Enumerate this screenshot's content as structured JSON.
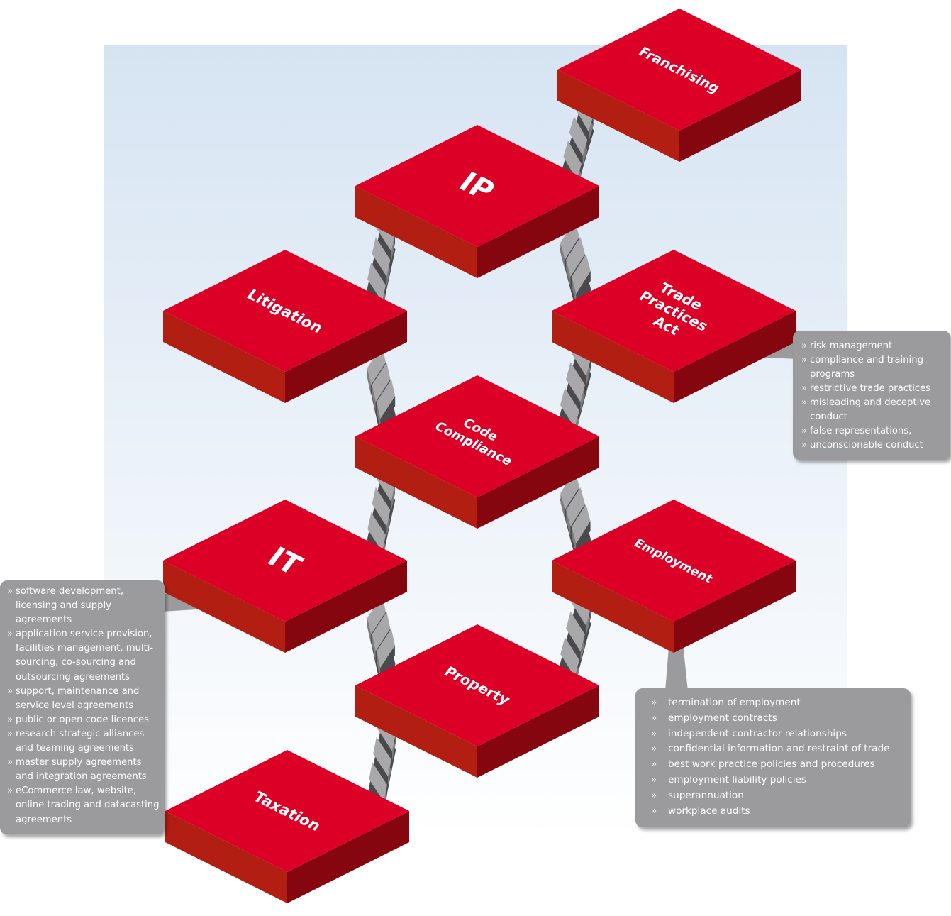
{
  "diagram": {
    "tiles": [
      {
        "id": "franchising",
        "lines": [
          "Franchising"
        ]
      },
      {
        "id": "ip",
        "lines": [
          "IP"
        ]
      },
      {
        "id": "litigation",
        "lines": [
          "Litigation"
        ]
      },
      {
        "id": "trade-practices-act",
        "lines": [
          "Trade",
          "Practices",
          "Act"
        ]
      },
      {
        "id": "code-compliance",
        "lines": [
          "Code",
          "Compliance"
        ]
      },
      {
        "id": "it",
        "lines": [
          "IT"
        ]
      },
      {
        "id": "employment",
        "lines": [
          "Employment"
        ]
      },
      {
        "id": "property",
        "lines": [
          "Property"
        ]
      },
      {
        "id": "taxation",
        "lines": [
          "Taxation"
        ]
      }
    ],
    "connections": [
      [
        "ip",
        "franchising"
      ],
      [
        "litigation",
        "ip"
      ],
      [
        "ip",
        "trade-practices-act"
      ],
      [
        "litigation",
        "code-compliance"
      ],
      [
        "code-compliance",
        "trade-practices-act"
      ],
      [
        "it",
        "code-compliance"
      ],
      [
        "code-compliance",
        "employment"
      ],
      [
        "it",
        "property"
      ],
      [
        "property",
        "employment"
      ],
      [
        "taxation",
        "property"
      ]
    ],
    "colors": {
      "tile_top": "#dc0026",
      "tile_left": "#b21e12",
      "tile_right": "#860610",
      "stair_top": "#a8a8aa",
      "stair_dark": "#4a4a4c",
      "callout": "#9b9b9d",
      "backdrop_top": "#d6e4f2"
    }
  },
  "callouts": {
    "trade_practices_act": [
      "risk management",
      "compliance and training programs",
      "restrictive trade practices",
      "misleading and deceptive conduct",
      "false representations,",
      "unconscionable conduct"
    ],
    "it": [
      "software development, licensing and supply agreements",
      "application service provision, facilities management, multi-sourcing, co-sourcing and outsourcing agreements",
      "support, maintenance and service level agreements",
      "public or open code licences",
      "research strategic alliances and teaming agreements",
      "master supply agreements and integration agreements",
      "eCommerce law, website, online trading and datacasting agreements"
    ],
    "employment": [
      "termination of employment",
      "employment contracts",
      "independent contractor relationships",
      "confidential information and restraint of trade",
      "best work practice policies and procedures",
      "employment liability policies",
      "superannuation",
      "workplace audits"
    ]
  }
}
